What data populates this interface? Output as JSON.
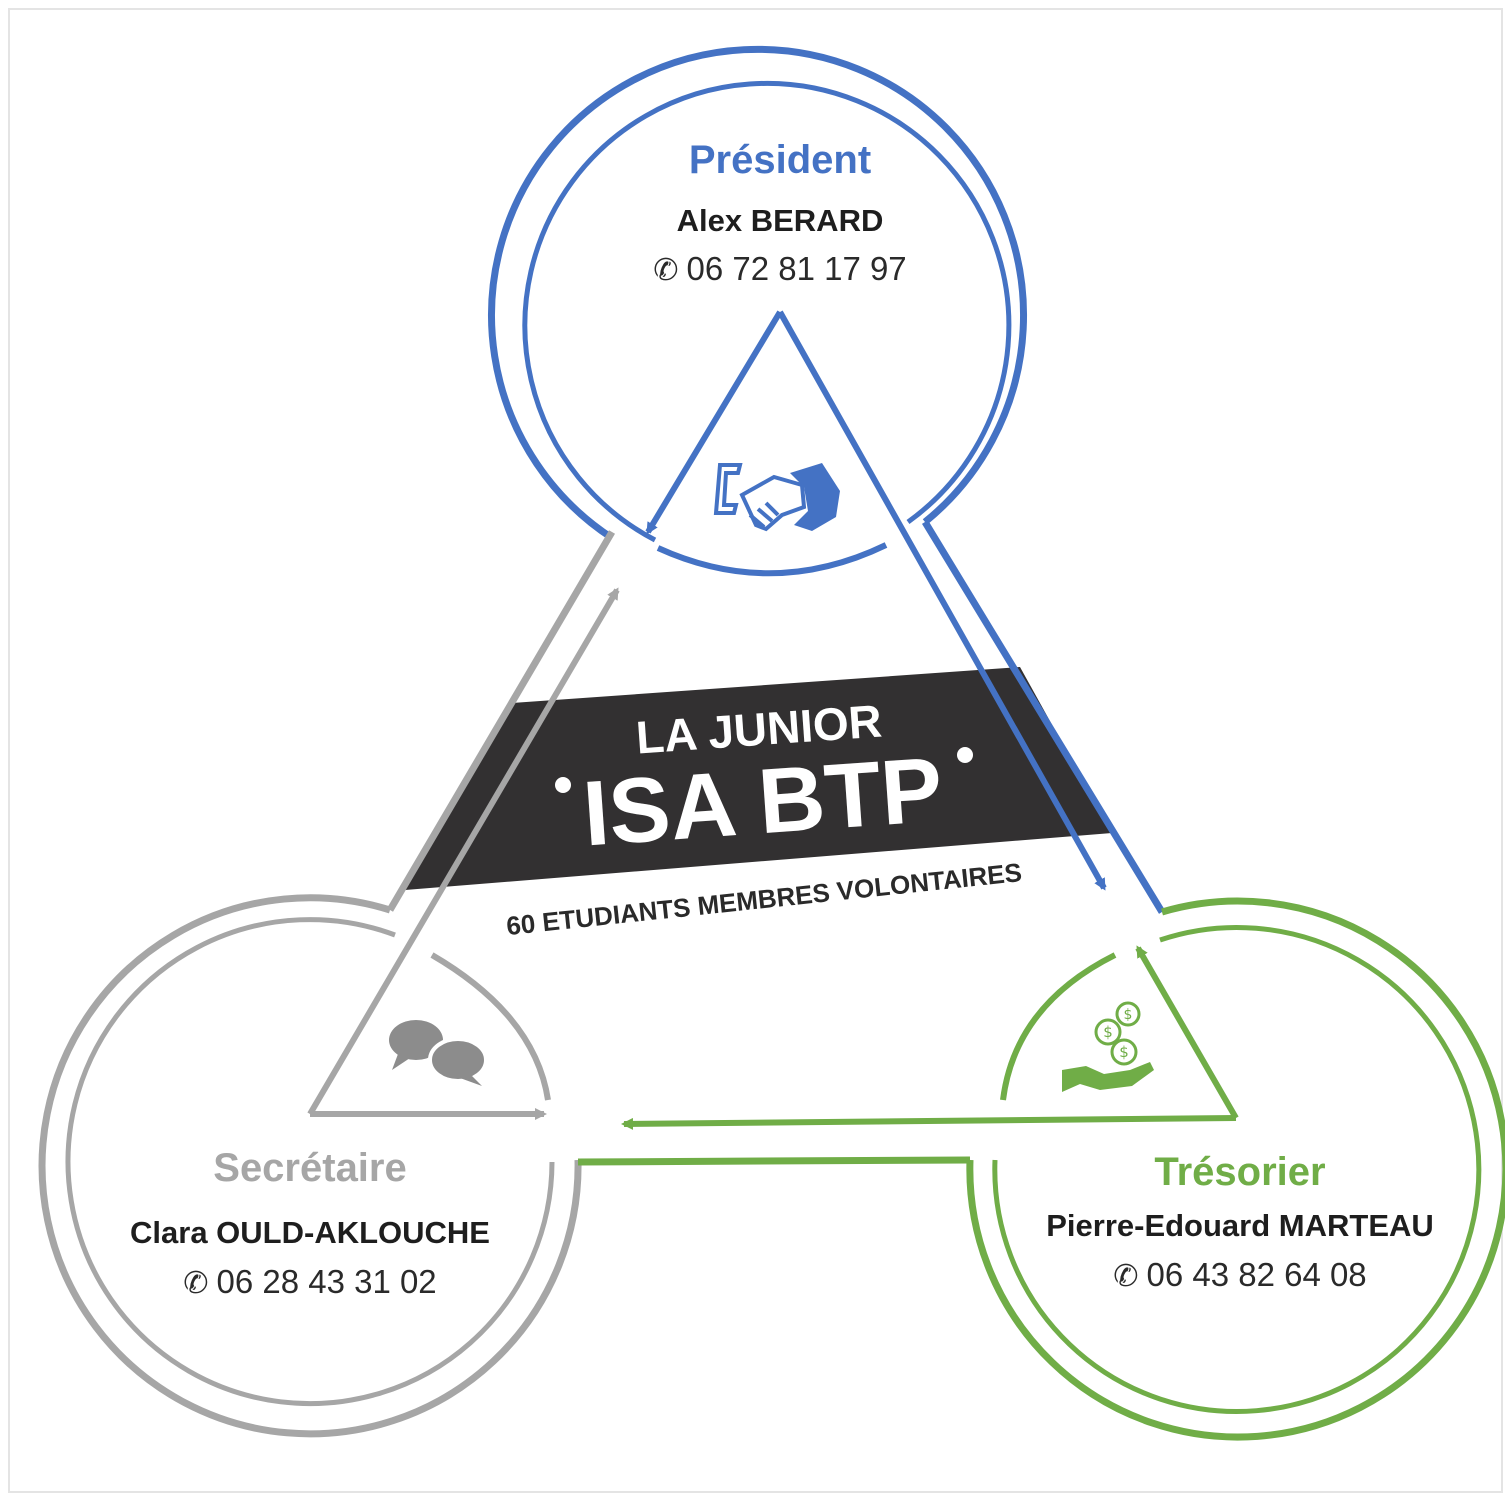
{
  "colors": {
    "president": "#4472c4",
    "secretary": "#a6a6a6",
    "treasurer": "#70ad47",
    "banner": "#323031",
    "text": "#1e1e1e"
  },
  "president": {
    "role": "Président",
    "name": "Alex BERARD",
    "phone": "06 72 81 17 97",
    "icon": "handshake-icon"
  },
  "secretary": {
    "role": "Secrétaire",
    "name": "Clara OULD-AKLOUCHE",
    "phone": "06 28 43 31 02",
    "icon": "chat-bubbles-icon"
  },
  "treasurer": {
    "role": "Trésorier",
    "name": "Pierre-Edouard MARTEAU",
    "phone": "06 43 82 64 08",
    "icon": "money-hand-icon"
  },
  "banner": {
    "line1": "LA JUNIOR",
    "line2": "ISA BTP",
    "tagline": "60 ETUDIANTS MEMBRES VOLONTAIRES"
  },
  "phone_glyph": "✆"
}
